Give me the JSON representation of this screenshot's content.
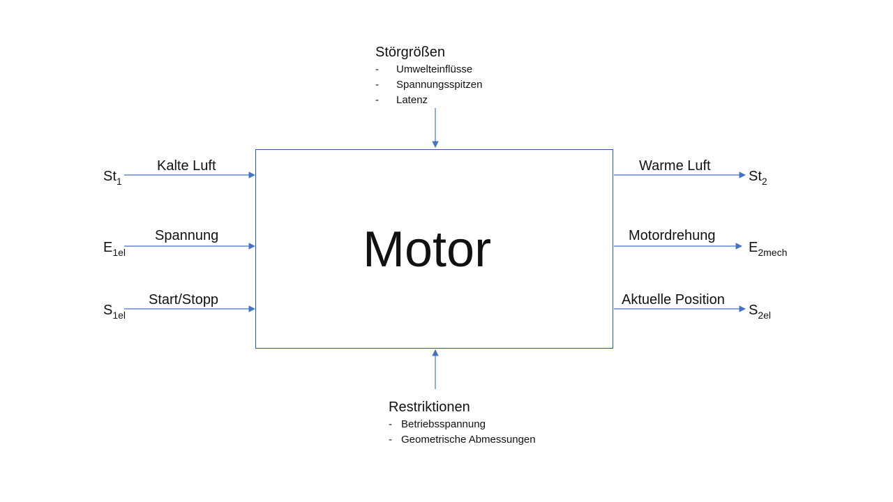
{
  "main": {
    "title": "Motor"
  },
  "disturbances": {
    "title": "Störgrößen",
    "items": [
      "Umwelteinflüsse",
      "Spannungsspitzen",
      "Latenz"
    ]
  },
  "restrictions": {
    "title": "Restriktionen",
    "items": [
      "Betriebsspannung",
      "Geometrische Abmessungen"
    ]
  },
  "inputs": [
    {
      "symbol": "St",
      "sub": "1",
      "flow": "Kalte Luft"
    },
    {
      "symbol": "E",
      "sub": "1el",
      "flow": "Spannung"
    },
    {
      "symbol": "S",
      "sub": "1el",
      "flow": "Start/Stopp"
    }
  ],
  "outputs": [
    {
      "symbol": "St",
      "sub": "2",
      "flow": "Warme Luft"
    },
    {
      "symbol": "E",
      "sub": "2mech",
      "flow": "Motordrehung"
    },
    {
      "symbol": "S",
      "sub": "2el",
      "flow": "Aktuelle Position"
    }
  ],
  "colors": {
    "line": "#4472C4",
    "box": "#2F5597",
    "text": "#111111"
  }
}
